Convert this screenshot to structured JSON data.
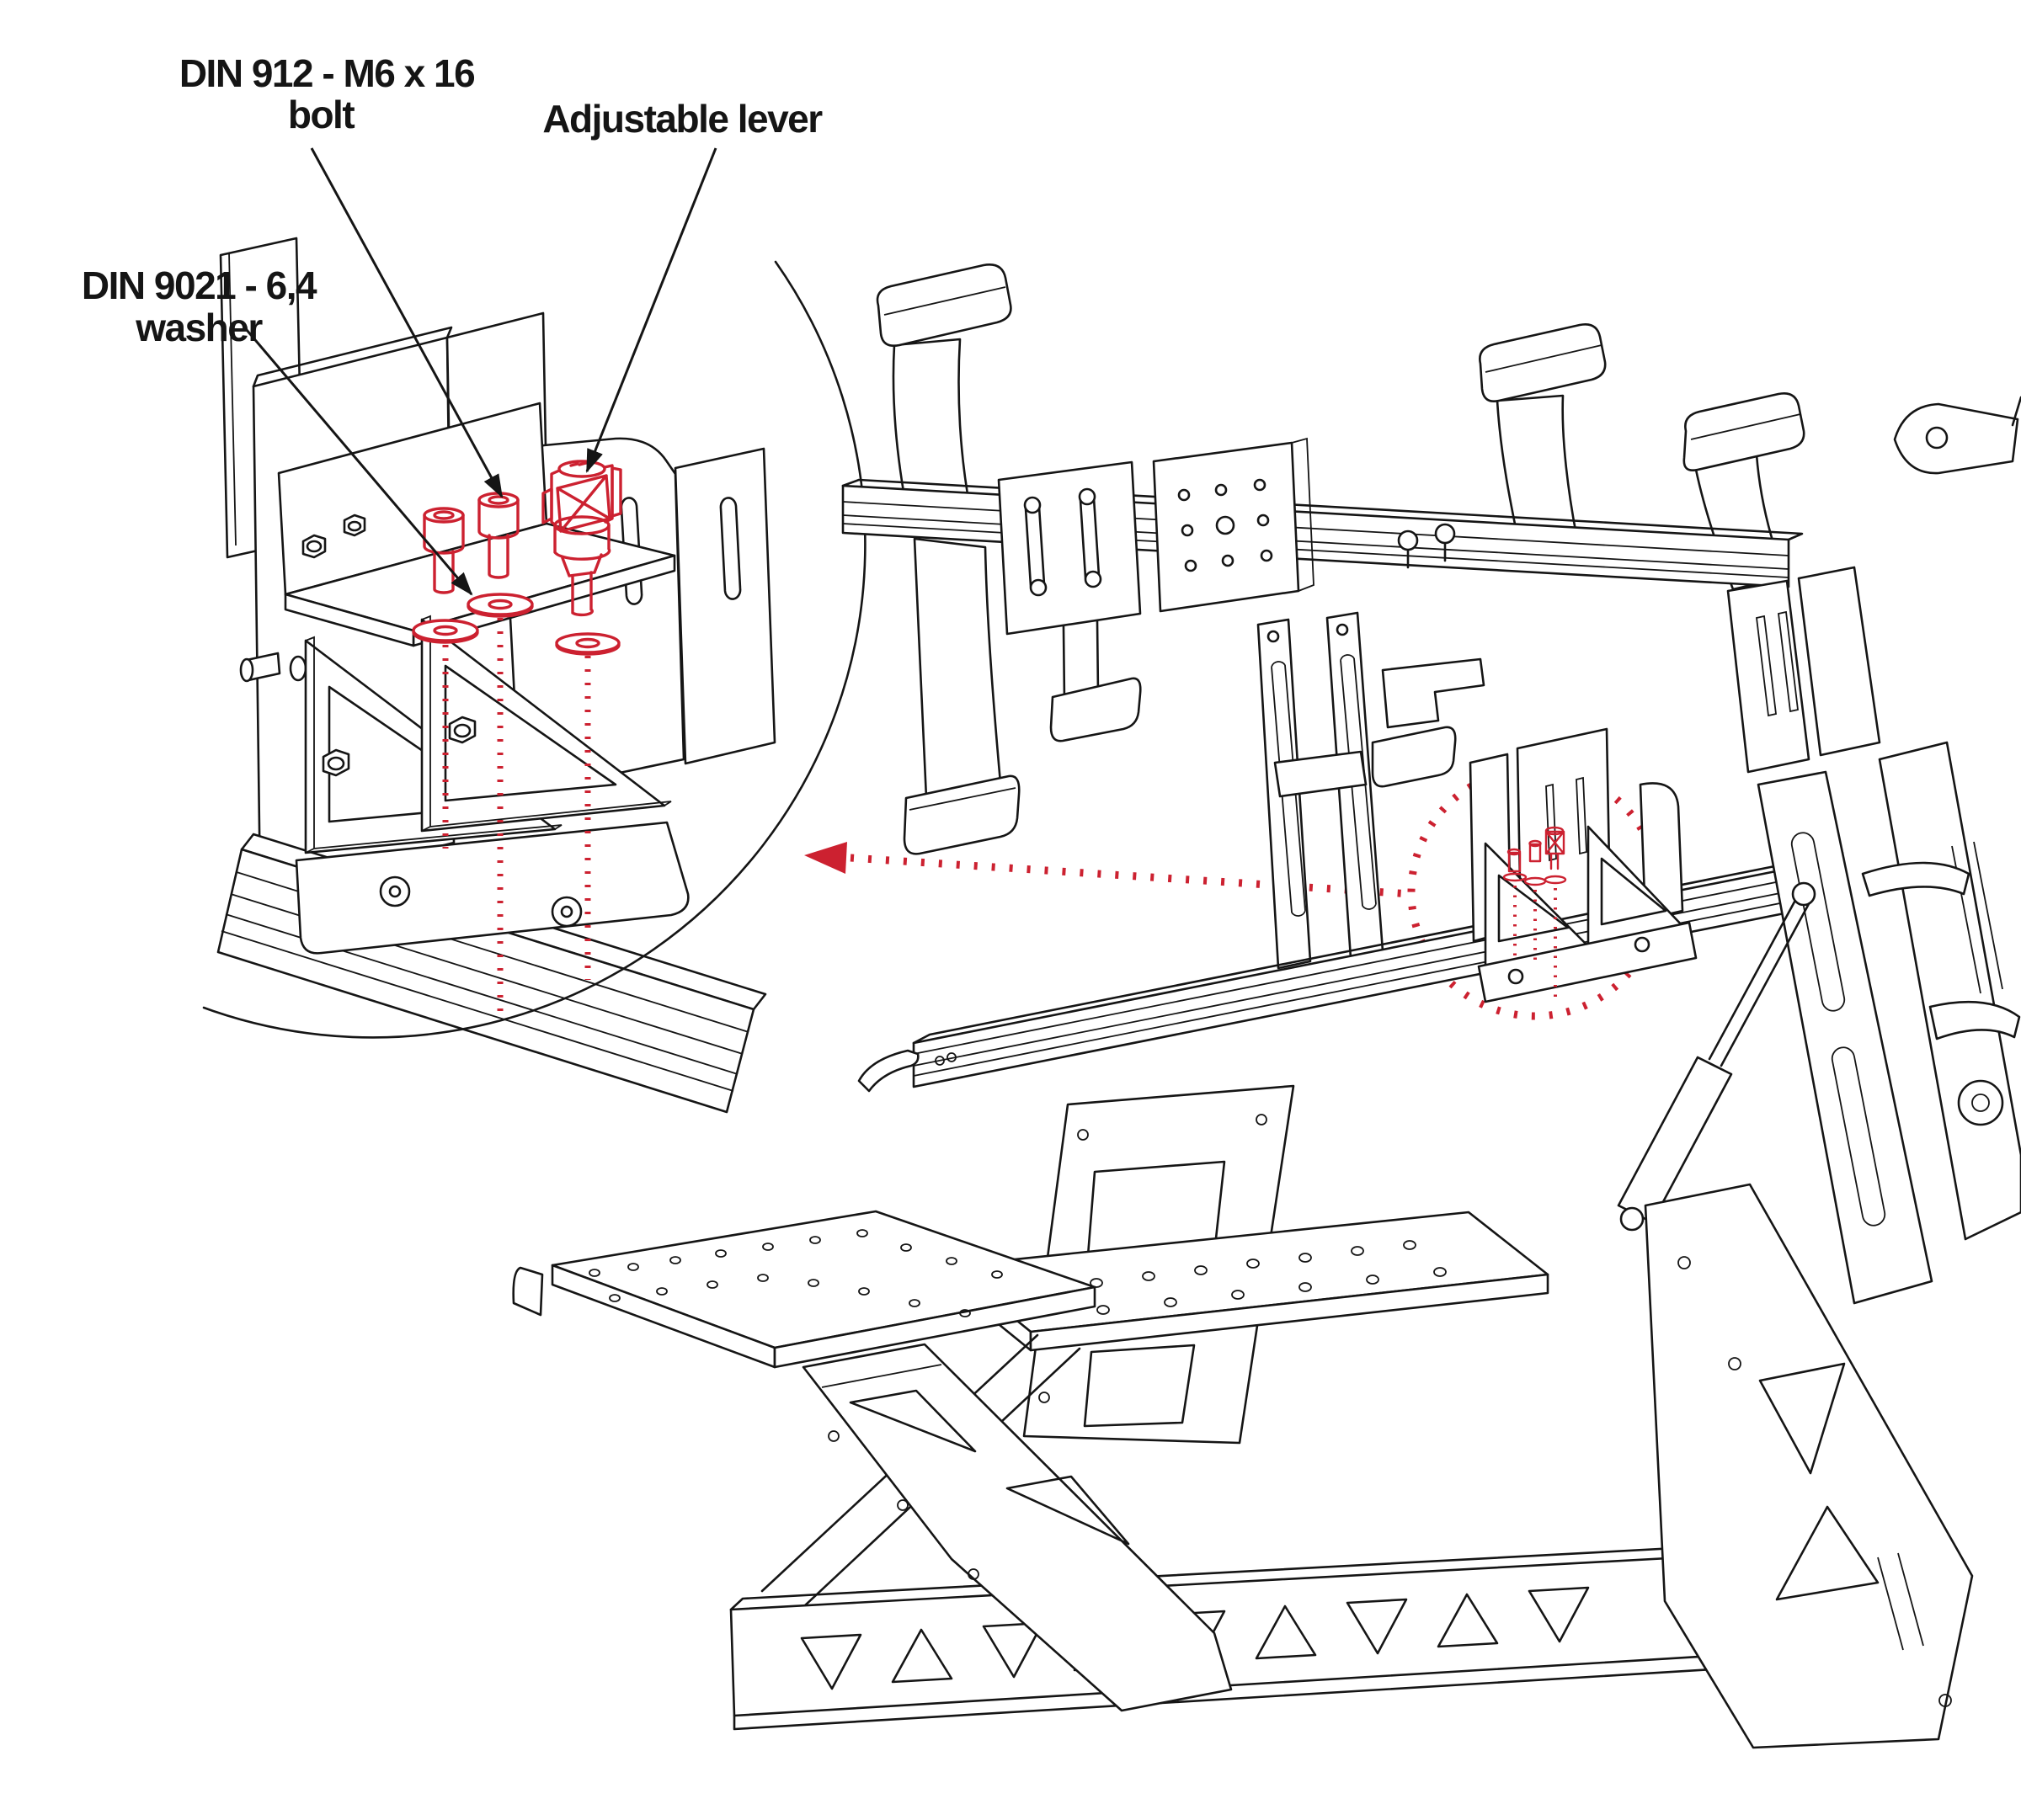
{
  "figure": {
    "kind": "assembly-instruction-line-drawing",
    "labels": {
      "bolt": {
        "line1": "DIN 912 - M6 x 16",
        "line2": "bolt"
      },
      "lever": {
        "text": "Adjustable lever"
      },
      "washer": {
        "line1": "DIN 9021 - 6,4",
        "line2": "washer"
      }
    },
    "highlighted_parts": [
      "DIN 912 - M6 x 16 bolt",
      "DIN 9021 - 6,4 washer",
      "Adjustable lever"
    ],
    "callout": {
      "detail_boundary": "large circle arc",
      "target_marker": "dotted circle on main drawing",
      "connector": "dotted arrow pointing from main drawing to detail view"
    },
    "colors": {
      "highlight_red": "#cc2130",
      "line_ink": "#151515",
      "background": "#ffffff"
    }
  }
}
